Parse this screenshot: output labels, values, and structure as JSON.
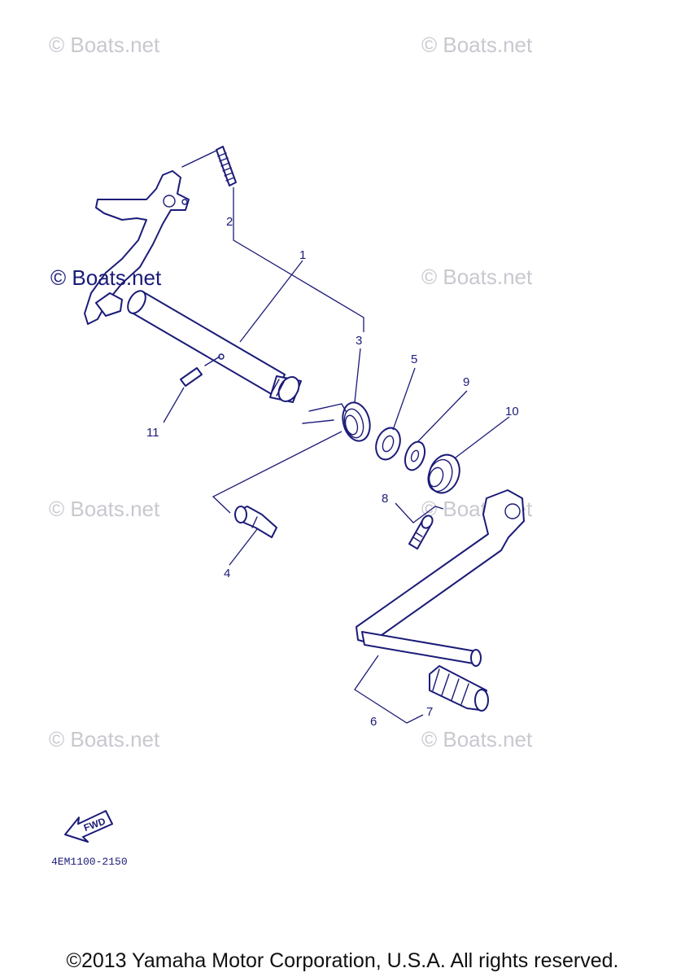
{
  "watermark": "© Boats.net",
  "callouts": {
    "c1": "1",
    "c2": "2",
    "c3": "3",
    "c4": "4",
    "c5": "5",
    "c6": "6",
    "c7": "7",
    "c8": "8",
    "c9": "9",
    "c10": "10",
    "c11": "11"
  },
  "fwd_label": "FWD",
  "diagram_code": "4EM1100-2150",
  "copyright": "©2013 Yamaha Motor Corporation, U.S.A. All rights reserved.",
  "colors": {
    "line": "#1b1b78",
    "watermark": "#c8c8d0"
  }
}
